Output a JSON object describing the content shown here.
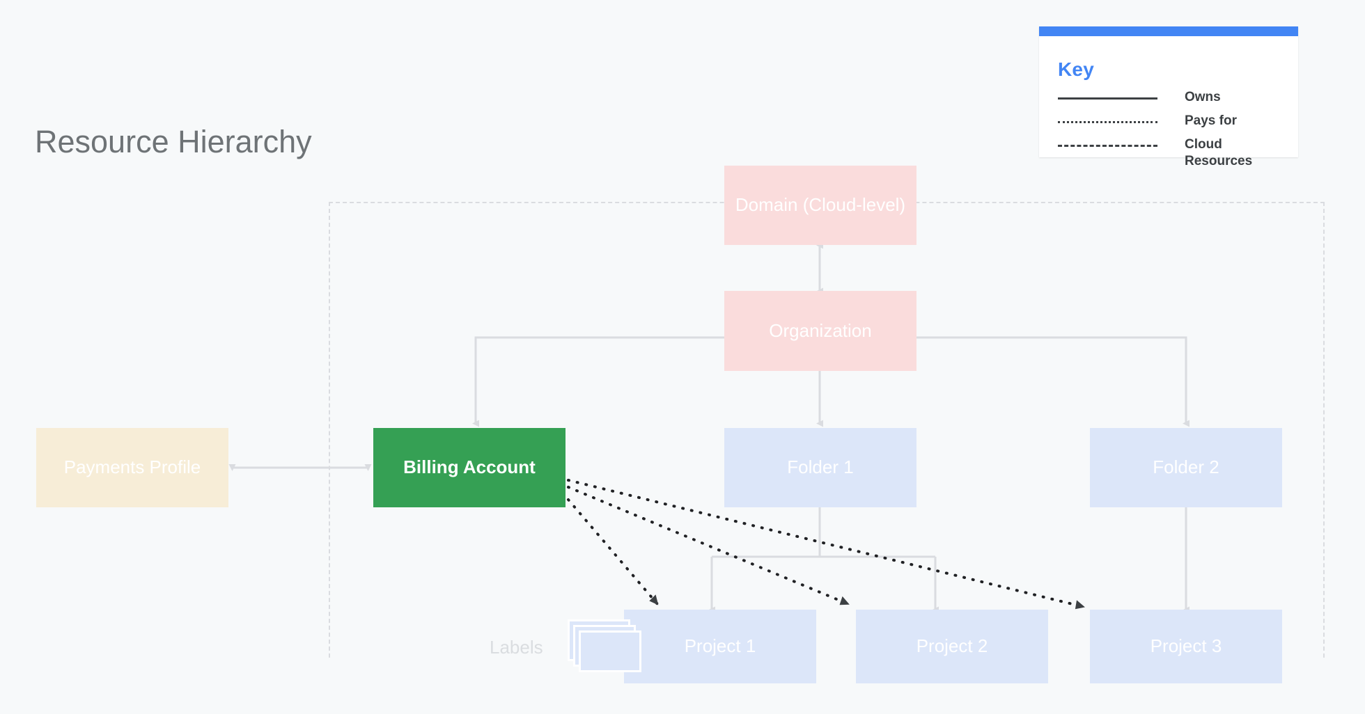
{
  "page": {
    "title": "Resource Hierarchy",
    "background_color": "#f7f9fa"
  },
  "key": {
    "title": "Key",
    "accent_color": "#4285f4",
    "items": [
      {
        "style": "solid",
        "label": "Owns"
      },
      {
        "style": "dotted",
        "label": "Pays for"
      },
      {
        "style": "dashed",
        "label": "Cloud Resources"
      }
    ]
  },
  "nodes": {
    "domain": {
      "label": "Domain (Cloud-level)",
      "color": "#fadcdc"
    },
    "organization": {
      "label": "Organization",
      "color": "#fadcdc"
    },
    "payments_profile": {
      "label": "Payments Profile",
      "color": "#f7edd7"
    },
    "billing_account": {
      "label": "Billing Account",
      "color": "#35a054"
    },
    "folder1": {
      "label": "Folder 1",
      "color": "#dce6f9"
    },
    "folder2": {
      "label": "Folder 2",
      "color": "#dce6f9"
    },
    "project1": {
      "label": "Project 1",
      "color": "#dce6f9"
    },
    "project2": {
      "label": "Project 2",
      "color": "#dce6f9"
    },
    "project3": {
      "label": "Project 3",
      "color": "#dce6f9"
    },
    "labels": {
      "label": "Labels",
      "color": "#dce6f9"
    }
  },
  "edges": [
    {
      "from": "domain",
      "to": "organization",
      "type": "owns",
      "bidirectional": true
    },
    {
      "from": "organization",
      "to": "billing_account",
      "type": "owns"
    },
    {
      "from": "organization",
      "to": "folder1",
      "type": "owns"
    },
    {
      "from": "organization",
      "to": "folder2",
      "type": "owns"
    },
    {
      "from": "payments_profile",
      "to": "billing_account",
      "type": "owns",
      "bidirectional": true
    },
    {
      "from": "folder1",
      "to": "project1",
      "type": "owns"
    },
    {
      "from": "folder1",
      "to": "project2",
      "type": "owns"
    },
    {
      "from": "folder2",
      "to": "project3",
      "type": "owns"
    },
    {
      "from": "billing_account",
      "to": "project1",
      "type": "pays-for"
    },
    {
      "from": "billing_account",
      "to": "project2",
      "type": "pays-for"
    },
    {
      "from": "billing_account",
      "to": "project3",
      "type": "pays-for"
    }
  ],
  "boundary": {
    "type": "cloud-resources",
    "style": "dashed",
    "color": "#dadce0"
  }
}
